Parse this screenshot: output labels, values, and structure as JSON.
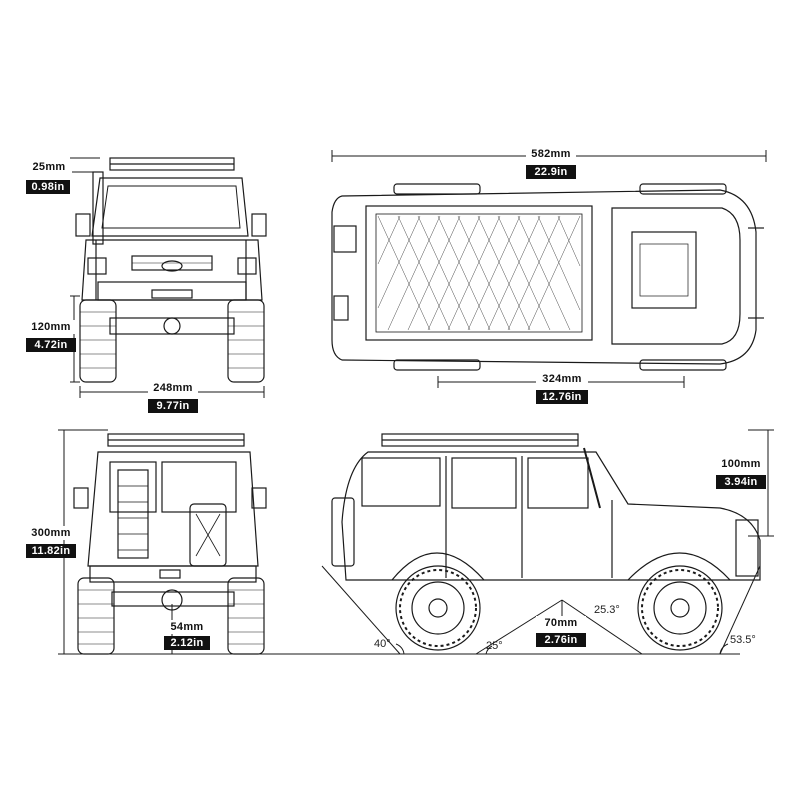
{
  "dimensions": {
    "roof_rack_height": {
      "mm": "25mm",
      "in": "0.98in"
    },
    "length": {
      "mm": "582mm",
      "in": "22.9in"
    },
    "ground_clearance_front": {
      "mm": "120mm",
      "in": "4.72in"
    },
    "width": {
      "mm": "248mm",
      "in": "9.77in"
    },
    "wheelbase": {
      "mm": "324mm",
      "in": "12.76in"
    },
    "height": {
      "mm": "300mm",
      "in": "11.82in"
    },
    "snorkel_height": {
      "mm": "100mm",
      "in": "3.94in"
    },
    "axle_clearance": {
      "mm": "54mm",
      "in": "2.12in"
    },
    "chassis_clearance": {
      "mm": "70mm",
      "in": "2.76in"
    }
  },
  "angles": {
    "approach_left": "40°",
    "breakover_left": "25°",
    "breakover_right": "25.3°",
    "departure": "53.5°"
  },
  "views": [
    "front",
    "top",
    "rear",
    "side"
  ],
  "colors": {
    "line": "#1a1a1a",
    "label_dark": "#111111",
    "label_light": "#ffffff"
  }
}
